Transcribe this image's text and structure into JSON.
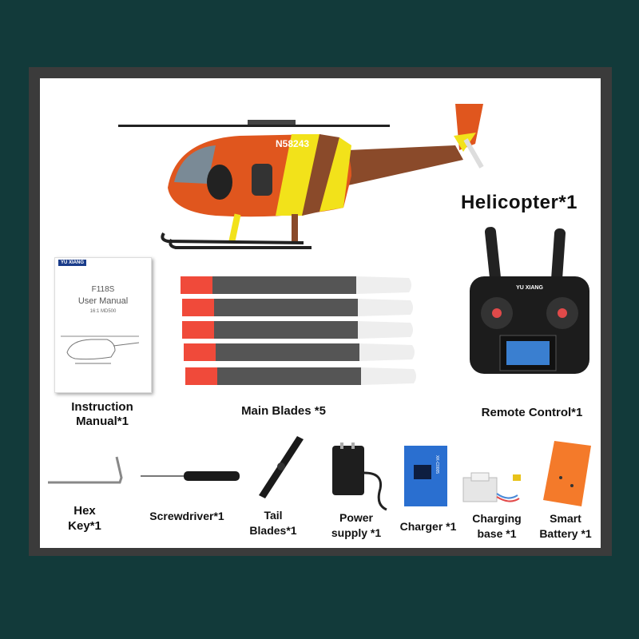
{
  "helicopter_tail_number": "N58243",
  "manual": {
    "brand": "YU XIANG",
    "model": "F118S",
    "title": "User Manual",
    "scale": "16:1 MD500"
  },
  "remote": {
    "brand": "YU XIANG"
  },
  "charger_label": "XK-C0005",
  "labels": {
    "helicopter": "Helicopter*1",
    "instruction_manual": [
      "Instruction",
      "Manual*1"
    ],
    "main_blades": "Main Blades *5",
    "remote_control": "Remote Control*1",
    "hex_key": [
      "Hex",
      "Key*1"
    ],
    "screwdriver": "Screwdriver*1",
    "tail_blades": [
      "Tail",
      "Blades*1"
    ],
    "power_supply": [
      "Power",
      "supply *1"
    ],
    "charger": "Charger *1",
    "charging_base": [
      "Charging",
      "base *1"
    ],
    "smart_battery": [
      "Smart",
      "Battery *1"
    ]
  },
  "colors": {
    "background": "#123a3a",
    "frame": "#3b3b3b",
    "panel": "#ffffff",
    "helicopter_orange": "#e0561e",
    "helicopter_brown": "#8a4a2a",
    "stripe_yellow": "#f2e21a",
    "blade_red": "#f04a3a",
    "blade_gray": "#555555",
    "charger_blue": "#2a6fd0",
    "battery_orange": "#f47a2a"
  }
}
